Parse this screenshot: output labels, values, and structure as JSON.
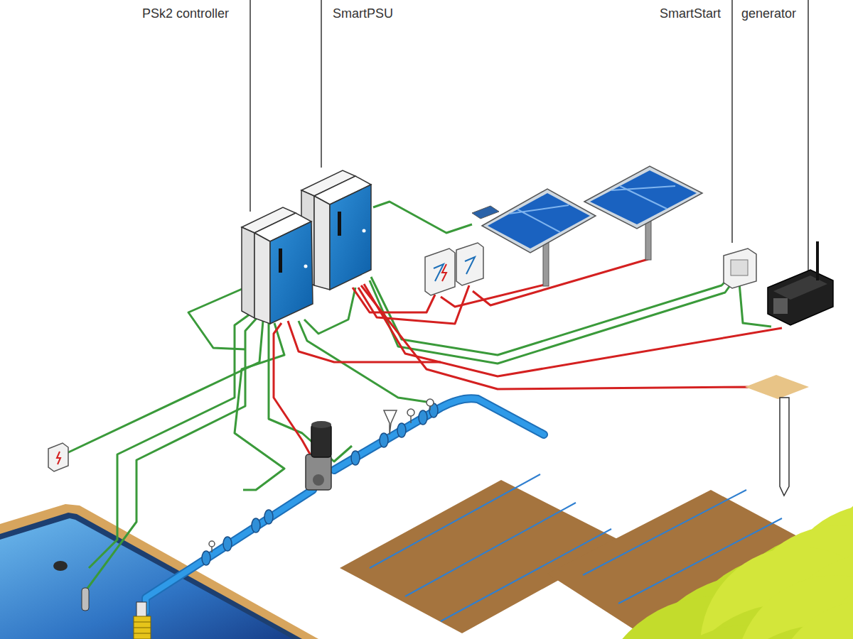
{
  "diagram": {
    "labels": [
      "PSk2 controller",
      "SmartPSU",
      "SmartStart",
      "generator"
    ]
  }
}
